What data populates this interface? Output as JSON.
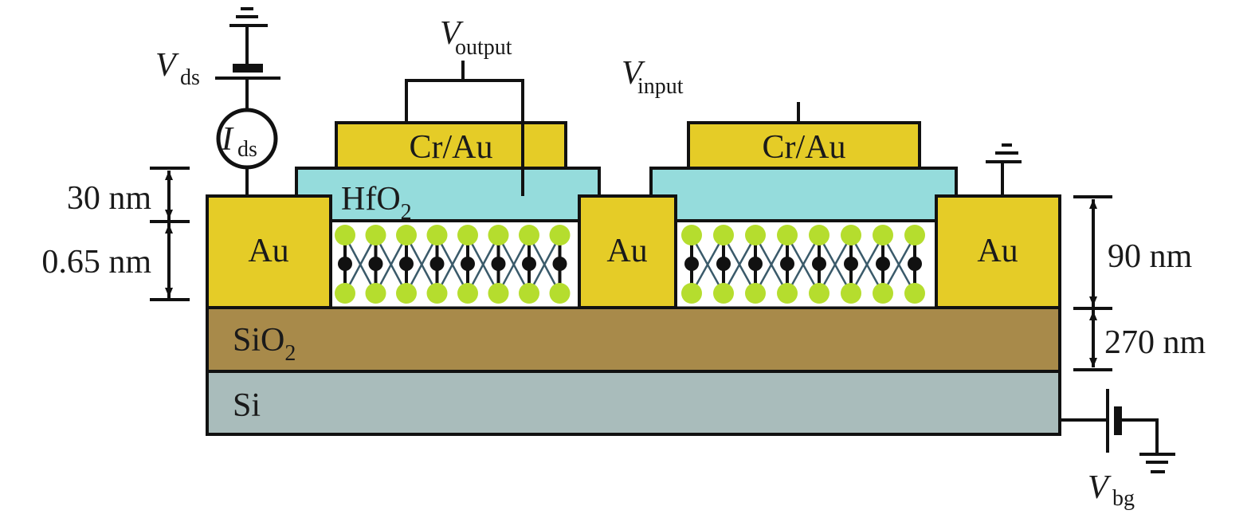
{
  "colors": {
    "gold_contact": "#e5cc27",
    "hfo2": "#95dcdc",
    "sio2": "#a88a4a",
    "si": "#a9bcbb",
    "sulfur": "#b5dd2e",
    "molybdenum": "#111111"
  },
  "layers": {
    "cr_au_left": "Cr/Au",
    "cr_au_right": "Cr/Au",
    "hfo2": {
      "base": "HfO",
      "sub": "2"
    },
    "au_left": "Au",
    "au_middle": "Au",
    "au_right": "Au",
    "sio2": {
      "base": "SiO",
      "sub": "2"
    },
    "si": "Si"
  },
  "circuit": {
    "vds": {
      "base": "V",
      "sub": "ds"
    },
    "ids": {
      "base": "I",
      "sub": "ds"
    },
    "voutput": {
      "base": "V",
      "sub": "output"
    },
    "vinput": {
      "base": "V",
      "sub": "input"
    },
    "vbg": {
      "base": "V",
      "sub": "bg"
    }
  },
  "dimensions": {
    "left_top": "30 nm",
    "left_bottom": "0.65 nm",
    "right_top": "90 nm",
    "right_bottom": "270 nm"
  },
  "monolayer": {
    "left_columns": 8,
    "right_columns": 8
  }
}
